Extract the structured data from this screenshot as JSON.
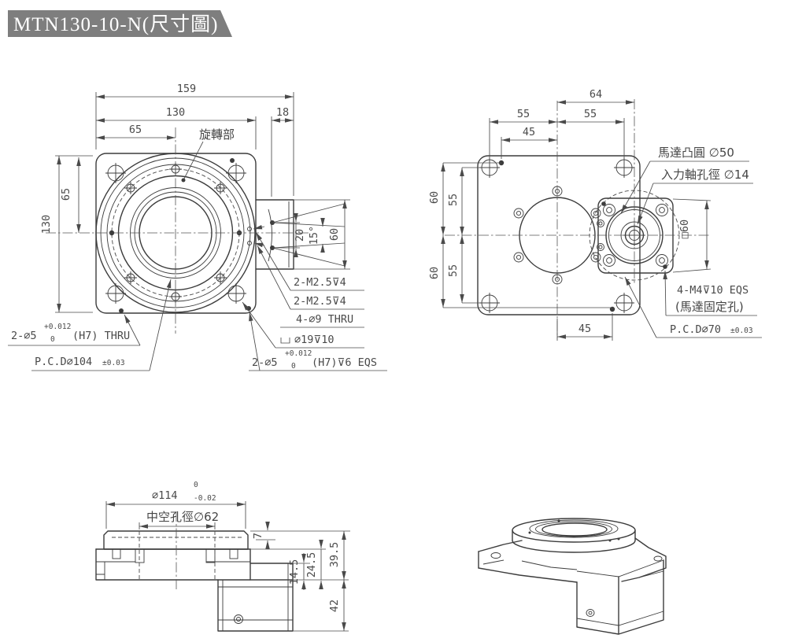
{
  "title": "MTN130-10-N(尺寸圖)",
  "colors": {
    "line": "#3c3c3c",
    "banner": "#7e7e7e",
    "dim_text": "#4a4a4a",
    "background": "#ffffff"
  },
  "front_view": {
    "label_rotating_part": "旋轉部",
    "dim_overall_width": "159",
    "dim_body_width": "130",
    "dim_half_width": "65",
    "dim_tab_width": "18",
    "dim_body_height": "130",
    "dim_half_height": "65",
    "dim_hole_span": "20",
    "dim_hole_angle": "15°",
    "dim_tab_height": "60",
    "note_pin_thru": {
      "p1": "2-∅5",
      "tol_up": "+0.012",
      "tol_dn": "0",
      "p2": "(H7) THRU"
    },
    "note_pcd104": {
      "p1": "P.C.D∅104",
      "tol": "±0.03"
    },
    "note_m25_a": "2-M2.5⊽4",
    "note_m25_b": "2-M2.5⊽4",
    "note_thru_holes": "4-∅9 THRU",
    "note_cbore": "∅19⊽10",
    "note_pin_eqs": {
      "p1": "2-∅5",
      "tol_up": "+0.012",
      "tol_dn": "0",
      "p2": "(H7)⊽6 EQS"
    }
  },
  "back_view": {
    "dim_motor_offset": "64",
    "dim_hole_span_left": "55",
    "dim_hole_span_right": "55",
    "dim_pin_offset_top": "45",
    "dim_pin_offset_bottom": "45",
    "dim_pin_height_upper": "60",
    "dim_hole_height_upper": "55",
    "dim_pin_height_lower": "60",
    "dim_hole_height_lower": "55",
    "dim_flange_square": "□60",
    "note_motor_boss": "馬達凸圓 ∅50",
    "note_input_shaft": "入力軸孔徑 ∅14",
    "note_m4": "4-M4⊽10 EQS",
    "note_m4_sub": "(馬達固定孔)",
    "note_pcd70": {
      "p1": "P.C.D∅70",
      "tol": "±0.03"
    }
  },
  "side_view": {
    "dim_table_dia": {
      "p1": "∅114",
      "tol_up": "0",
      "tol_dn": "-0.02"
    },
    "note_hollow_bore": "中空孔徑∅62",
    "dim_table_lip": "7",
    "dim_step_lower": "14.5",
    "dim_step_upper": "24.5",
    "dim_body_height": "39.5",
    "dim_motor_height": "42"
  }
}
